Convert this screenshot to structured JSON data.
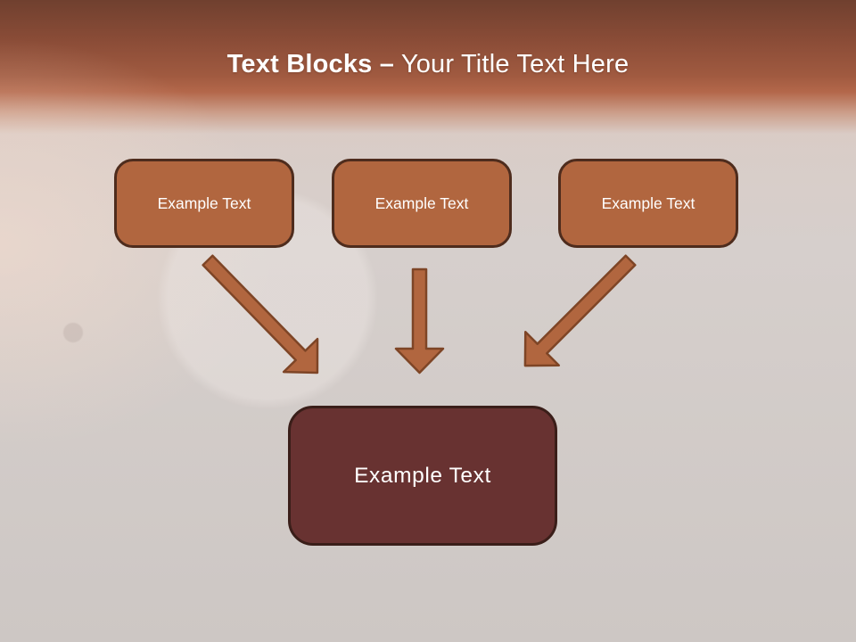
{
  "slide": {
    "title": {
      "bold": "Text Blocks –",
      "regular": "Your Title Text Here"
    }
  },
  "blocks": [
    {
      "label": "Example Text"
    },
    {
      "label": "Example Text"
    },
    {
      "label": "Example Text"
    }
  ],
  "result_block": {
    "label": "Example Text"
  },
  "icons": {
    "left_connector": "arrow-down-right-icon",
    "middle_connector": "arrow-down-icon",
    "right_connector": "arrow-down-left-icon"
  },
  "theme": {
    "header-top": "#70402f",
    "header-mid": "#a05a40",
    "header-accent": "#b3674a",
    "bg-top": "#ddcac2",
    "bg-mid": "#d6cfcc",
    "bg-bottom": "#cdc7c4",
    "title-text": "#ffffff",
    "block-fill": "#b1663f",
    "block-border": "#4e2c1d",
    "block-text": "#ffffff",
    "arrow-fill": "#b1663f",
    "arrow-stroke": "#7e4526",
    "result-fill": "#683231",
    "result-border": "#3a1e19"
  }
}
